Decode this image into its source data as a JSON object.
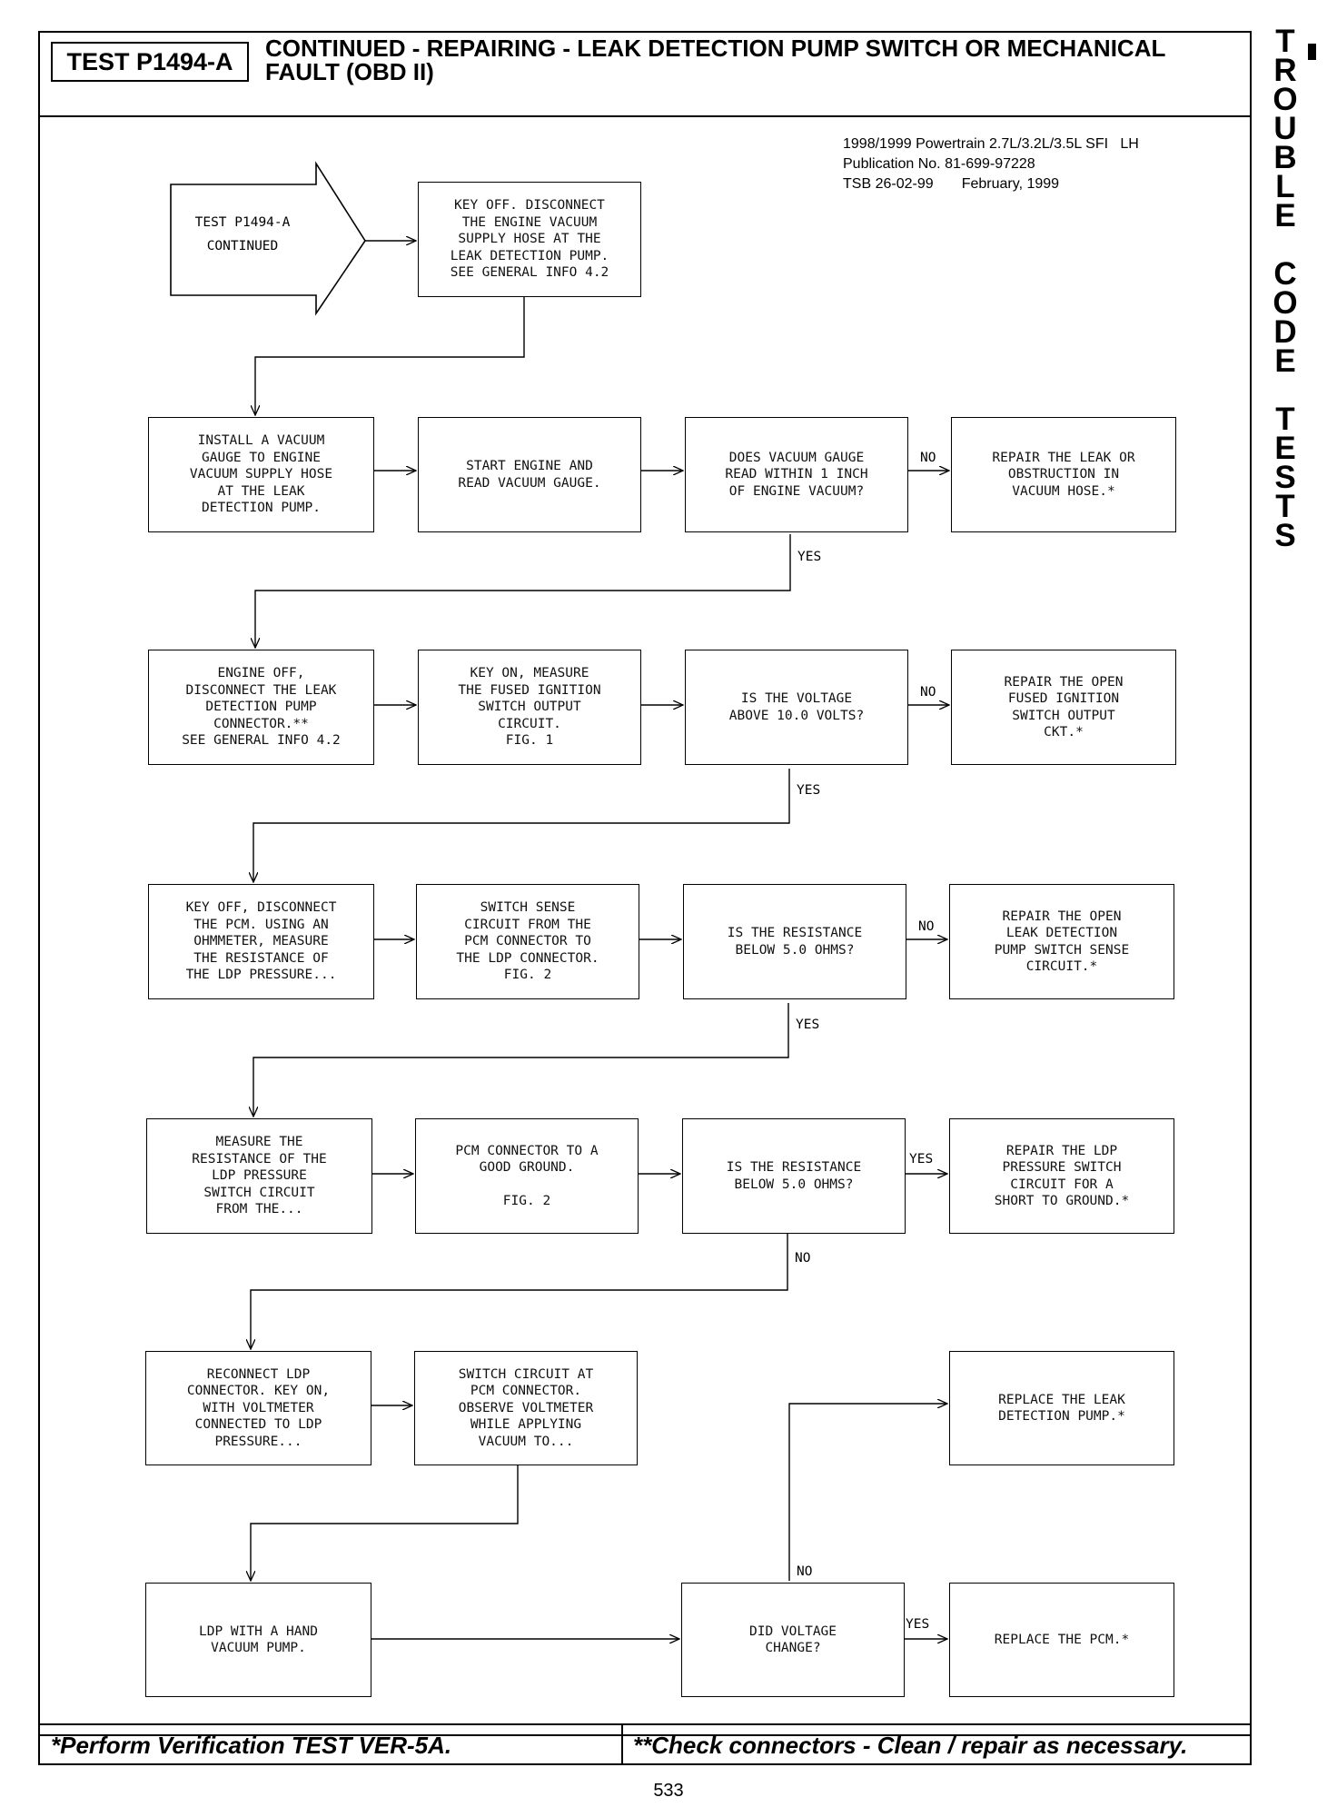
{
  "header": {
    "test_id": "TEST P1494-A",
    "title": "CONTINUED - REPAIRING - LEAK DETECTION PUMP SWITCH OR MECHANICAL FAULT (OBD II)"
  },
  "side_tab": [
    "T",
    "R",
    "O",
    "U",
    "B",
    "L",
    "E",
    "",
    "C",
    "O",
    "D",
    "E",
    "",
    "T",
    "E",
    "S",
    "T",
    "S"
  ],
  "publication": {
    "line1": "1998/1999 Powertrain 2.7L/3.2L/3.5L SFI   LH",
    "line2": "Publication No. 81-699-97228",
    "line3": "TSB 26-02-99       February, 1999"
  },
  "flowchart": {
    "start": "TEST P1494-A\nCONTINUED",
    "row0": {
      "step1": "KEY OFF. DISCONNECT\nTHE ENGINE VACUUM\nSUPPLY HOSE AT THE\nLEAK DETECTION PUMP.\nSEE GENERAL INFO 4.2"
    },
    "row1": {
      "a": "INSTALL A VACUUM\nGAUGE TO ENGINE\nVACUUM SUPPLY HOSE\nAT THE LEAK\nDETECTION PUMP.",
      "b": "START ENGINE AND\nREAD VACUUM GAUGE.",
      "q": "DOES VACUUM GAUGE\nREAD WITHIN 1 INCH\nOF ENGINE VACUUM?",
      "r": "REPAIR THE LEAK OR\nOBSTRUCTION IN\nVACUUM HOSE.*",
      "side_label": "NO",
      "down_label": "YES"
    },
    "row2": {
      "a": "ENGINE OFF,\nDISCONNECT THE LEAK\nDETECTION PUMP\nCONNECTOR.**\nSEE GENERAL INFO 4.2",
      "b": "KEY ON, MEASURE\nTHE FUSED IGNITION\nSWITCH OUTPUT\nCIRCUIT.\nFIG. 1",
      "q": "IS THE VOLTAGE\nABOVE 10.0 VOLTS?",
      "r": "REPAIR THE OPEN\nFUSED IGNITION\nSWITCH OUTPUT\nCKT.*",
      "side_label": "NO",
      "down_label": "YES"
    },
    "row3": {
      "a": "KEY OFF, DISCONNECT\nTHE PCM. USING AN\nOHMMETER, MEASURE\nTHE RESISTANCE OF\nTHE LDP PRESSURE...",
      "b": "SWITCH SENSE\nCIRCUIT FROM THE\nPCM CONNECTOR TO\nTHE LDP CONNECTOR.\nFIG. 2",
      "q": "IS THE RESISTANCE\nBELOW 5.0 OHMS?",
      "r": "REPAIR THE OPEN\nLEAK DETECTION\nPUMP SWITCH SENSE\nCIRCUIT.*",
      "side_label": "NO",
      "down_label": "YES"
    },
    "row4": {
      "a": "MEASURE THE\nRESISTANCE OF THE\nLDP PRESSURE\nSWITCH CIRCUIT\nFROM THE...",
      "b": "PCM CONNECTOR TO A\nGOOD GROUND.\n\nFIG. 2",
      "q": "IS THE RESISTANCE\nBELOW 5.0 OHMS?",
      "r": "REPAIR THE LDP\nPRESSURE SWITCH\nCIRCUIT FOR A\nSHORT TO GROUND.*",
      "side_label": "YES",
      "down_label": "NO"
    },
    "row5": {
      "a": "RECONNECT LDP\nCONNECTOR. KEY ON,\nWITH VOLTMETER\nCONNECTED TO LDP\nPRESSURE...",
      "b": "SWITCH CIRCUIT AT\nPCM CONNECTOR.\nOBSERVE VOLTMETER\nWHILE APPLYING\nVACUUM TO...",
      "r": "REPLACE THE LEAK\nDETECTION PUMP.*"
    },
    "row6": {
      "a": "LDP WITH A HAND\nVACUUM PUMP.",
      "q": "DID VOLTAGE\nCHANGE?",
      "r": "REPLACE THE PCM.*",
      "up_label": "NO",
      "side_label": "YES"
    }
  },
  "footer": {
    "left": "*Perform Verification TEST VER-5A.",
    "right": "**Check connectors - Clean / repair as necessary."
  },
  "page_number": "533"
}
